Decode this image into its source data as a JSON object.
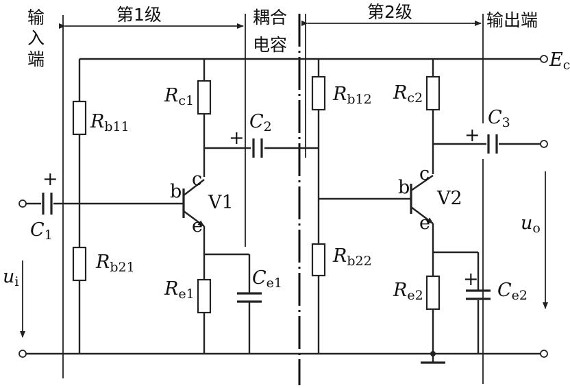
{
  "headings": {
    "input_port": [
      "输",
      "入",
      "端"
    ],
    "stage1": "第1级",
    "coupling_cap": [
      "耦合",
      "电容"
    ],
    "stage2": "第2级",
    "output_port": "输出端"
  },
  "supply": {
    "symbol": "E",
    "sub": "c"
  },
  "components": {
    "rb11": {
      "main": "R",
      "sub": "b11"
    },
    "rc1": {
      "main": "R",
      "sub": "c1"
    },
    "c2": {
      "main": "C",
      "sub": "2"
    },
    "rb12": {
      "main": "R",
      "sub": "b12"
    },
    "rc2": {
      "main": "R",
      "sub": "c2"
    },
    "c3": {
      "main": "C",
      "sub": "3"
    },
    "c1": {
      "main": "C",
      "sub": "1"
    },
    "rb21": {
      "main": "R",
      "sub": "b21"
    },
    "re1": {
      "main": "R",
      "sub": "e1"
    },
    "ce1": {
      "main": "C",
      "sub": "e1"
    },
    "rb22": {
      "main": "R",
      "sub": "b22"
    },
    "re2": {
      "main": "R",
      "sub": "e2"
    },
    "ce2": {
      "main": "C",
      "sub": "e2"
    }
  },
  "transistors": {
    "v1": {
      "name": "V1",
      "b": "b",
      "c": "c",
      "e": "e"
    },
    "v2": {
      "name": "V2",
      "b": "b",
      "c": "c",
      "e": "e"
    }
  },
  "signals": {
    "ui": {
      "main": "u",
      "sub": "i"
    },
    "uo": {
      "main": "u",
      "sub": "o"
    }
  },
  "polarity": "+"
}
